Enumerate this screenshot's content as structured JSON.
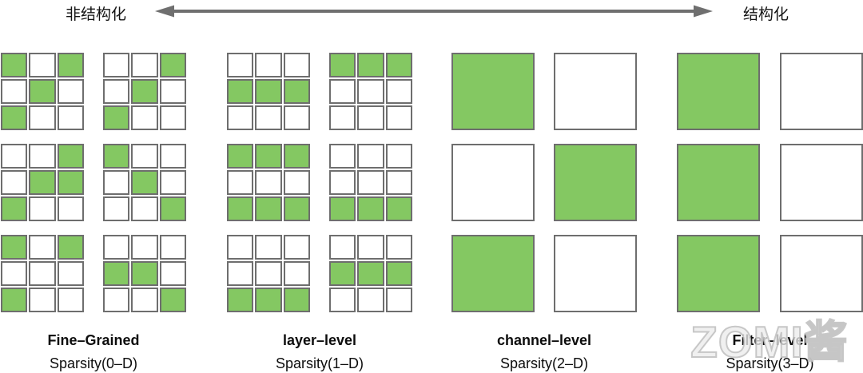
{
  "header": {
    "left_label": "非结构化",
    "right_label": "结构化"
  },
  "colors": {
    "green": "#84c862",
    "border": "#6e6e6e",
    "arrow": "#6f6f6f"
  },
  "groups": [
    {
      "id": "fine-grained",
      "title": "Fine–Grained",
      "subtitle": "Sparsity(0–D)",
      "type": "grid3x3",
      "rows": [
        {
          "left": [
            [
              1,
              0,
              1
            ],
            [
              0,
              1,
              0
            ],
            [
              1,
              0,
              0
            ]
          ],
          "right": [
            [
              0,
              0,
              1
            ],
            [
              0,
              1,
              0
            ],
            [
              1,
              0,
              0
            ]
          ]
        },
        {
          "left": [
            [
              0,
              0,
              1
            ],
            [
              0,
              1,
              1
            ],
            [
              1,
              0,
              0
            ]
          ],
          "right": [
            [
              1,
              0,
              0
            ],
            [
              0,
              1,
              0
            ],
            [
              0,
              0,
              1
            ]
          ]
        },
        {
          "left": [
            [
              1,
              0,
              1
            ],
            [
              0,
              0,
              0
            ],
            [
              1,
              0,
              0
            ]
          ],
          "right": [
            [
              0,
              0,
              0
            ],
            [
              1,
              1,
              0
            ],
            [
              0,
              0,
              1
            ]
          ]
        }
      ]
    },
    {
      "id": "layer-level",
      "title": "layer–level",
      "subtitle": "Sparsity(1–D)",
      "type": "grid3x3",
      "rows": [
        {
          "left": [
            [
              0,
              0,
              0
            ],
            [
              1,
              1,
              1
            ],
            [
              0,
              0,
              0
            ]
          ],
          "right": [
            [
              1,
              1,
              1
            ],
            [
              0,
              0,
              0
            ],
            [
              0,
              0,
              0
            ]
          ]
        },
        {
          "left": [
            [
              1,
              1,
              1
            ],
            [
              0,
              0,
              0
            ],
            [
              1,
              1,
              1
            ]
          ],
          "right": [
            [
              0,
              0,
              0
            ],
            [
              0,
              0,
              0
            ],
            [
              1,
              1,
              1
            ]
          ]
        },
        {
          "left": [
            [
              0,
              0,
              0
            ],
            [
              0,
              0,
              0
            ],
            [
              1,
              1,
              1
            ]
          ],
          "right": [
            [
              0,
              0,
              0
            ],
            [
              1,
              1,
              1
            ],
            [
              0,
              0,
              0
            ]
          ]
        }
      ]
    },
    {
      "id": "channel-level",
      "title": "channel–level",
      "subtitle": "Sparsity(2–D)",
      "type": "solid",
      "rows": [
        {
          "left": 1,
          "right": 0
        },
        {
          "left": 0,
          "right": 1
        },
        {
          "left": 1,
          "right": 0
        }
      ]
    },
    {
      "id": "filter-level",
      "title": "Filter–level",
      "subtitle": "Sparsity(3–D)",
      "type": "solid",
      "rows": [
        {
          "left": 1,
          "right": 0
        },
        {
          "left": 1,
          "right": 0
        },
        {
          "left": 1,
          "right": 0
        }
      ]
    }
  ],
  "watermark": "ZOMI酱"
}
